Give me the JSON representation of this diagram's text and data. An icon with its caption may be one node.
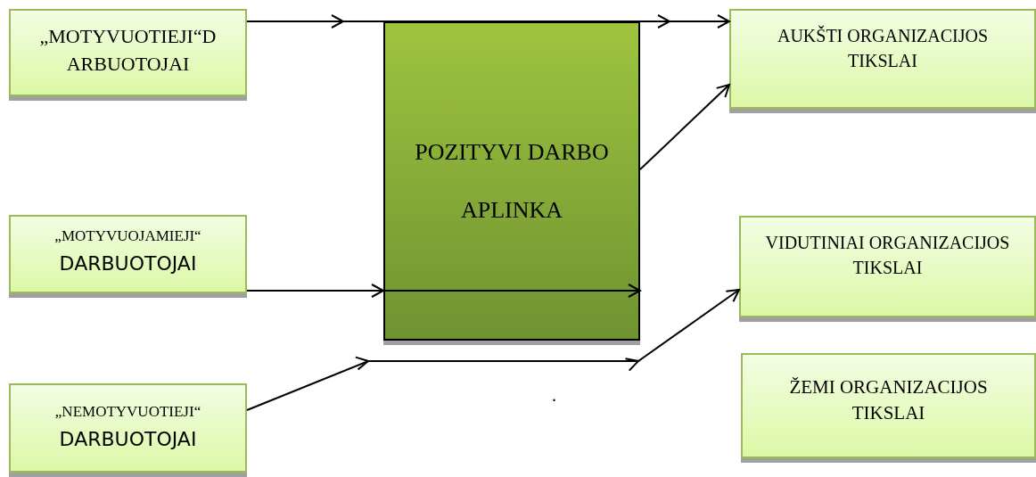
{
  "diagram": {
    "nodes": [
      {
        "text": [
          "„MOTYVUOTIEJI“D ARBUOTOJAI"
        ]
      },
      {
        "text": [
          "„MOTYVUOJAMIEJI“",
          "DARBUOTOJAI"
        ]
      },
      {
        "text": [
          "„NEMOTYVUOTIEJI“",
          "DARBUOTOJAI"
        ]
      },
      {
        "text": [
          "POZITYVI DARBO APLINKA"
        ]
      },
      {
        "text": [
          "AUKŠTI ORGANIZACIJOS TIKSLAI"
        ]
      },
      {
        "text": [
          "VIDUTINIAI ORGANIZACIJOS TIKSLAI"
        ]
      },
      {
        "text": [
          "ŽEMI ORGANIZACIJOS TIKSLAI"
        ]
      }
    ],
    "edges": [
      {
        "from": 0,
        "to": 4,
        "arrow": "to"
      },
      {
        "from": 3,
        "to": 4,
        "arrow": "to"
      },
      {
        "from": 1,
        "to": 3,
        "arrow": "to"
      },
      {
        "from": null,
        "to": 3,
        "arrow": "to"
      },
      {
        "from": 2,
        "to": 5,
        "arrow": "to"
      }
    ],
    "labels": [
      "."
    ]
  }
}
